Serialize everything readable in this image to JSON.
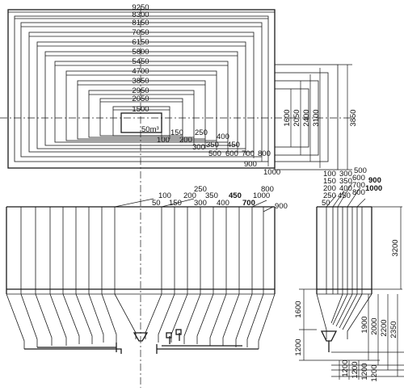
{
  "plan": {
    "widths": [
      "9250",
      "8300",
      "8150",
      "7050",
      "6150",
      "5800",
      "5450",
      "4700",
      "3850",
      "2950",
      "2050",
      "1500"
    ],
    "label_50m3": "50m³",
    "depth_row1": [
      "150",
      "250"
    ],
    "depth_row2": [
      "100",
      "200",
      "400"
    ],
    "depth_row3": [
      "300",
      "350",
      "450"
    ],
    "depth_row4": [
      "500",
      "600",
      "700",
      "800"
    ],
    "depth_row5": [
      "900"
    ],
    "depth_row6": [
      "1000"
    ],
    "side_1600": "1600",
    "side_2050": "2050",
    "side_2400": "2400",
    "side_3100": "3100",
    "side_3850": "3850"
  },
  "front": {
    "top_row1": [
      "250",
      "800"
    ],
    "top_row2": [
      "100",
      "200",
      "350",
      "450",
      "1000"
    ],
    "top_row3": [
      "50",
      "150",
      "300",
      "400",
      "700"
    ],
    "top_row4": [
      "900"
    ]
  },
  "side": {
    "top_a": [
      "100",
      "300",
      "500"
    ],
    "top_b": [
      "150",
      "350",
      "600"
    ],
    "top_c": [
      "200",
      "400",
      "700"
    ],
    "top_d": [
      "250",
      "450",
      "800"
    ],
    "top_e": [
      "50"
    ],
    "top_bold": [
      "900",
      "1000"
    ],
    "h_3200": "3200",
    "h_1600": "1600",
    "h_1200": "1200",
    "v_1900": "1900",
    "v_2000": "2000",
    "v_2200": "2200",
    "v_2350": "2350",
    "v_1200a": "1200",
    "v_1200b": "1200",
    "v_1200c": "1200",
    "v_1200d": "1200"
  }
}
